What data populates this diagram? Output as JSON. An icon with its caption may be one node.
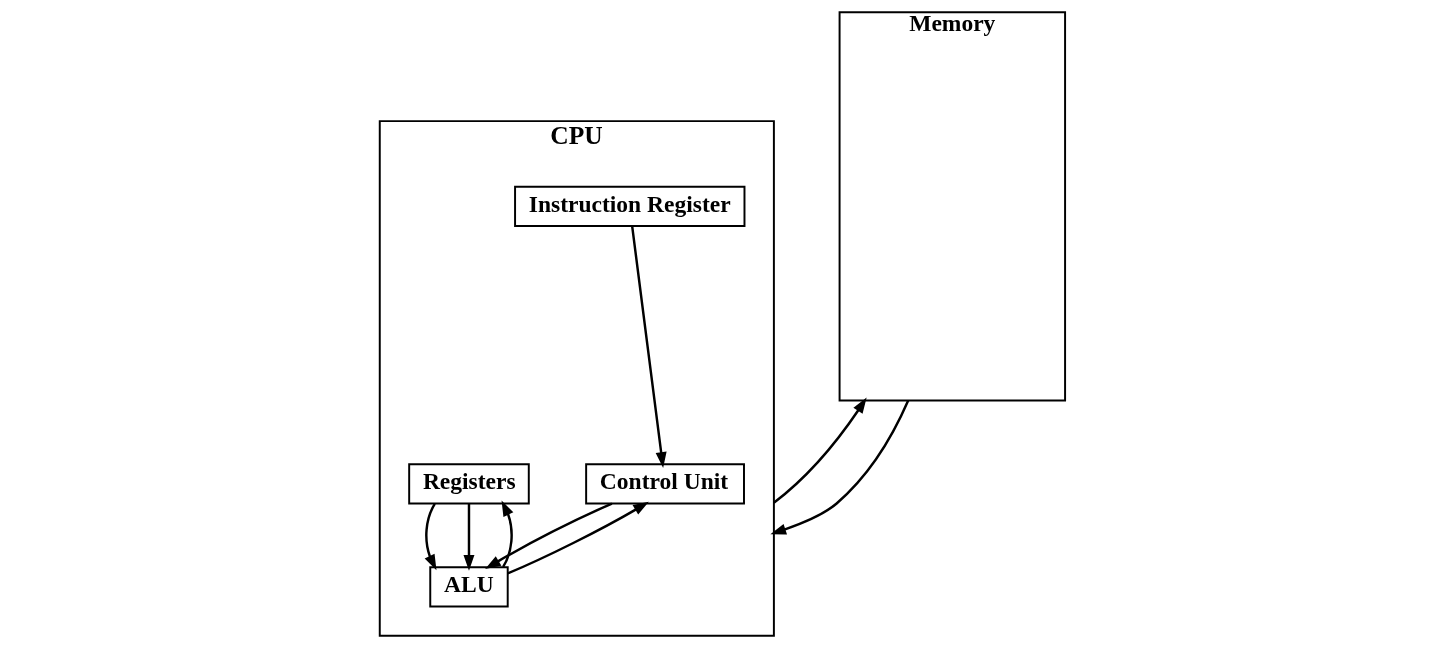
{
  "diagram": {
    "nodes": [
      {
        "text": [
          "CPU"
        ]
      },
      {
        "text": [
          "Instruction Register"
        ],
        "in": 0
      },
      {
        "text": [
          "Registers"
        ],
        "in": 0
      },
      {
        "text": [
          "Control Unit"
        ],
        "in": 0
      },
      {
        "text": [
          "ALU"
        ],
        "in": 0
      },
      {
        "text": [
          "Memory"
        ]
      }
    ],
    "edges": [
      {
        "from": 1,
        "to": 3,
        "arrow": "to"
      },
      {
        "from": 2,
        "to": 4,
        "arrow": "to"
      },
      {
        "from": 2,
        "to": 4,
        "arrow": "to"
      },
      {
        "from": 4,
        "to": 2,
        "arrow": "to"
      },
      {
        "from": 3,
        "to": 4,
        "arrow": "to"
      },
      {
        "from": 4,
        "to": 3,
        "arrow": "to"
      },
      {
        "from": 0,
        "to": 5,
        "arrow": "to"
      },
      {
        "from": 5,
        "to": 0,
        "arrow": "to"
      }
    ]
  }
}
